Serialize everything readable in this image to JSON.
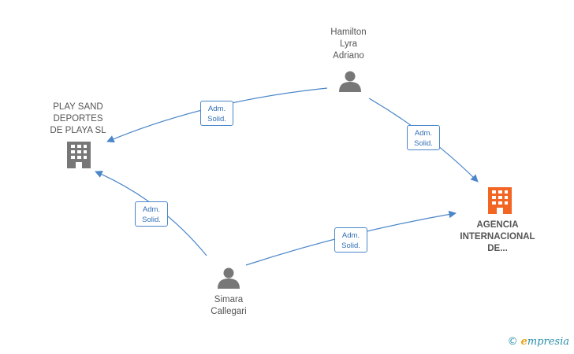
{
  "nodes": {
    "hamilton": {
      "label": "Hamilton\nLyra\nAdriano",
      "kind": "person",
      "color": "#777777"
    },
    "playsand": {
      "label": "PLAY SAND\nDEPORTES\nDE PLAYA  SL",
      "kind": "company",
      "color": "#777777"
    },
    "agencia": {
      "label": "AGENCIA\nINTERNACIONAL\nDE...",
      "kind": "company",
      "color": "#f26522"
    },
    "simara": {
      "label": "Simara\nCallegari",
      "kind": "person",
      "color": "#777777"
    }
  },
  "edges": [
    {
      "id": "hamilton-playsand",
      "label": "Adm.\nSolid."
    },
    {
      "id": "hamilton-agencia",
      "label": "Adm.\nSolid."
    },
    {
      "id": "simara-playsand",
      "label": "Adm.\nSolid."
    },
    {
      "id": "simara-agencia",
      "label": "Adm.\nSolid."
    }
  ],
  "colors": {
    "edge": "#4a86c8",
    "node_grey": "#777777",
    "node_highlight": "#f26522"
  },
  "brand": {
    "copyright": "©",
    "initial": "e",
    "name": "mpresia"
  }
}
